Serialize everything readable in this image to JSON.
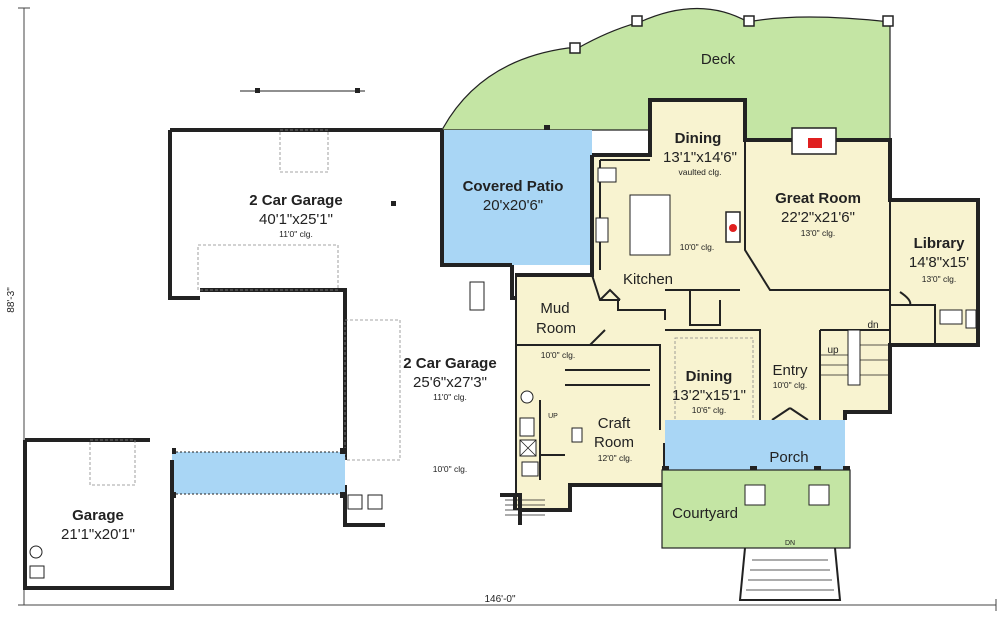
{
  "plan": {
    "overall_width": "146'-0\"",
    "overall_depth": "88'-3\""
  },
  "rooms": {
    "deck": {
      "name": "Deck"
    },
    "dining_top": {
      "name": "Dining",
      "dims": "13'1\"x14'6\"",
      "clg": "vaulted clg."
    },
    "great_room": {
      "name": "Great Room",
      "dims": "22'2\"x21'6\"",
      "clg": "13'0\" clg."
    },
    "library": {
      "name": "Library",
      "dims": "14'8\"x15'",
      "clg": "13'0\" clg."
    },
    "covered_patio": {
      "name": "Covered Patio",
      "dims": "20'x20'6\""
    },
    "garage_top": {
      "name": "2 Car Garage",
      "dims": "40'1\"x25'1\"",
      "clg": "11'0\" clg."
    },
    "kitchen": {
      "name": "Kitchen",
      "clg": "10'0\" clg."
    },
    "mud_room": {
      "name_line1": "Mud",
      "name_line2": "Room",
      "clg": "10'0\" clg."
    },
    "garage_mid": {
      "name": "2 Car Garage",
      "dims": "25'6\"x27'3\"",
      "clg": "11'0\" clg.",
      "clg2": "10'0\" clg."
    },
    "dining_bottom": {
      "name": "Dining",
      "dims": "13'2\"x15'1\"",
      "clg": "10'6\" clg."
    },
    "entry": {
      "name": "Entry",
      "clg": "10'0\" clg."
    },
    "craft_room": {
      "name_line1": "Craft",
      "name_line2": "Room",
      "clg": "12'0\" clg."
    },
    "porch": {
      "name": "Porch"
    },
    "courtyard": {
      "name": "Courtyard"
    },
    "garage_left": {
      "name": "Garage",
      "dims": "21'1\"x20'1\""
    }
  },
  "annotations": {
    "up": "up",
    "dn": "dn",
    "dn_small": "DN",
    "up_small": "UP"
  },
  "colors": {
    "deck_green": "#c4e5a4",
    "patio_blue": "#a9d6f5",
    "interior_cream": "#f8f3d0",
    "fireplace_red": "#e02020",
    "wall": "#222222"
  }
}
